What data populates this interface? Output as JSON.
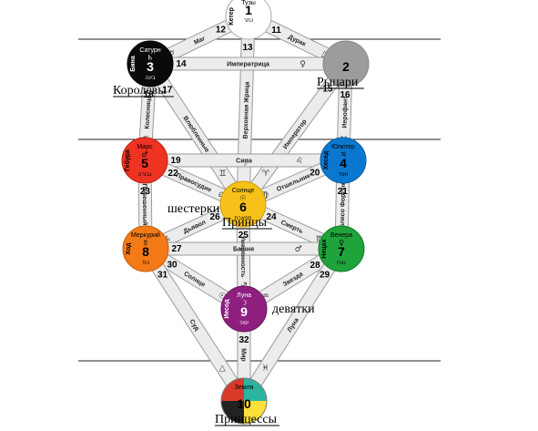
{
  "sephiroth": [
    {
      "id": 1,
      "num": "1",
      "name": "Тузы",
      "glyph": "",
      "hebrew": "כתר",
      "side": "Кетер",
      "color": "#ffffff",
      "stroke": "#aaaaaa",
      "light": false
    },
    {
      "id": 2,
      "num": "2",
      "name": "",
      "glyph": "",
      "hebrew": "",
      "side": "",
      "color": "#9c9c9c",
      "stroke": "#888888",
      "light": false
    },
    {
      "id": 3,
      "num": "3",
      "name": "Сатурн",
      "glyph": "♄",
      "hebrew": "בינה",
      "side": "Бина",
      "color": "#0a0a0a",
      "stroke": "#000000",
      "light": true
    },
    {
      "id": 4,
      "num": "4",
      "name": "Юпитер",
      "glyph": "♃",
      "hebrew": "חסד",
      "side": "Хесед",
      "color": "#0b78d0",
      "stroke": "#065a9e",
      "light": false
    },
    {
      "id": 5,
      "num": "5",
      "name": "Марс",
      "glyph": "♂",
      "hebrew": "גבורה",
      "side": "Гебура",
      "color": "#ee3322",
      "stroke": "#b51e10",
      "light": false
    },
    {
      "id": 6,
      "num": "6",
      "name": "Солнце",
      "glyph": "☉",
      "hebrew": "תפארת",
      "side": "",
      "color": "#f6c21a",
      "stroke": "#c99a08",
      "light": false
    },
    {
      "id": 7,
      "num": "7",
      "name": "Венера",
      "glyph": "♀",
      "hebrew": "נצח",
      "side": "Нецах",
      "color": "#1fa33b",
      "stroke": "#137a28",
      "light": false
    },
    {
      "id": 8,
      "num": "8",
      "name": "Меркурий",
      "glyph": "☿",
      "hebrew": "הוד",
      "side": "Ход",
      "color": "#f47a18",
      "stroke": "#c35b08",
      "light": false
    },
    {
      "id": 9,
      "num": "9",
      "name": "Луна",
      "glyph": "☽",
      "hebrew": "יסוד",
      "side": "Иесод",
      "color": "#8e1f7f",
      "stroke": "#66145b",
      "light": true
    },
    {
      "id": 10,
      "num": "10",
      "name": "Земля",
      "glyph": "",
      "hebrew": "",
      "side": "",
      "color": "quarters",
      "stroke": "#777777",
      "light": false
    }
  ],
  "paths": [
    {
      "num": "11",
      "name": "Дурак",
      "sym": "△"
    },
    {
      "num": "12",
      "name": "Маг",
      "sym": "☿"
    },
    {
      "num": "13",
      "name": "Верховная Жрица",
      "sym": "☽"
    },
    {
      "num": "14",
      "name": "Императрица",
      "sym": "♀"
    },
    {
      "num": "15",
      "name": "Император",
      "sym": "♈"
    },
    {
      "num": "16",
      "name": "Иерофант",
      "sym": "♉"
    },
    {
      "num": "17",
      "name": "Влюбленные",
      "sym": "♊"
    },
    {
      "num": "18",
      "name": "Колесница",
      "sym": "♋"
    },
    {
      "num": "19",
      "name": "Сила",
      "sym": "♌"
    },
    {
      "num": "20",
      "name": "Отшельник",
      "sym": "♍"
    },
    {
      "num": "21",
      "name": "Колесо Фортуны",
      "sym": "♃"
    },
    {
      "num": "22",
      "name": "Правосудие",
      "sym": "♎"
    },
    {
      "num": "23",
      "name": "Повешенный",
      "sym": "▽"
    },
    {
      "num": "24",
      "name": "Смерть",
      "sym": "♏"
    },
    {
      "num": "25",
      "name": "Умеренность",
      "sym": "♐"
    },
    {
      "num": "26",
      "name": "Дьявол",
      "sym": "♑"
    },
    {
      "num": "27",
      "name": "Башня",
      "sym": "♂"
    },
    {
      "num": "28",
      "name": "Звезда",
      "sym": "♒"
    },
    {
      "num": "29",
      "name": "Луна",
      "sym": "♓"
    },
    {
      "num": "30",
      "name": "Солнце",
      "sym": "☉"
    },
    {
      "num": "31",
      "name": "Суд",
      "sym": "△"
    },
    {
      "num": "32",
      "name": "Мир",
      "sym": "♄"
    }
  ],
  "captions": {
    "queens": "Королевы",
    "knights": "Рыцари",
    "sixes": "шестерки",
    "princes": "Принцы",
    "nines": "девятки",
    "princesses": "Принцессы"
  }
}
